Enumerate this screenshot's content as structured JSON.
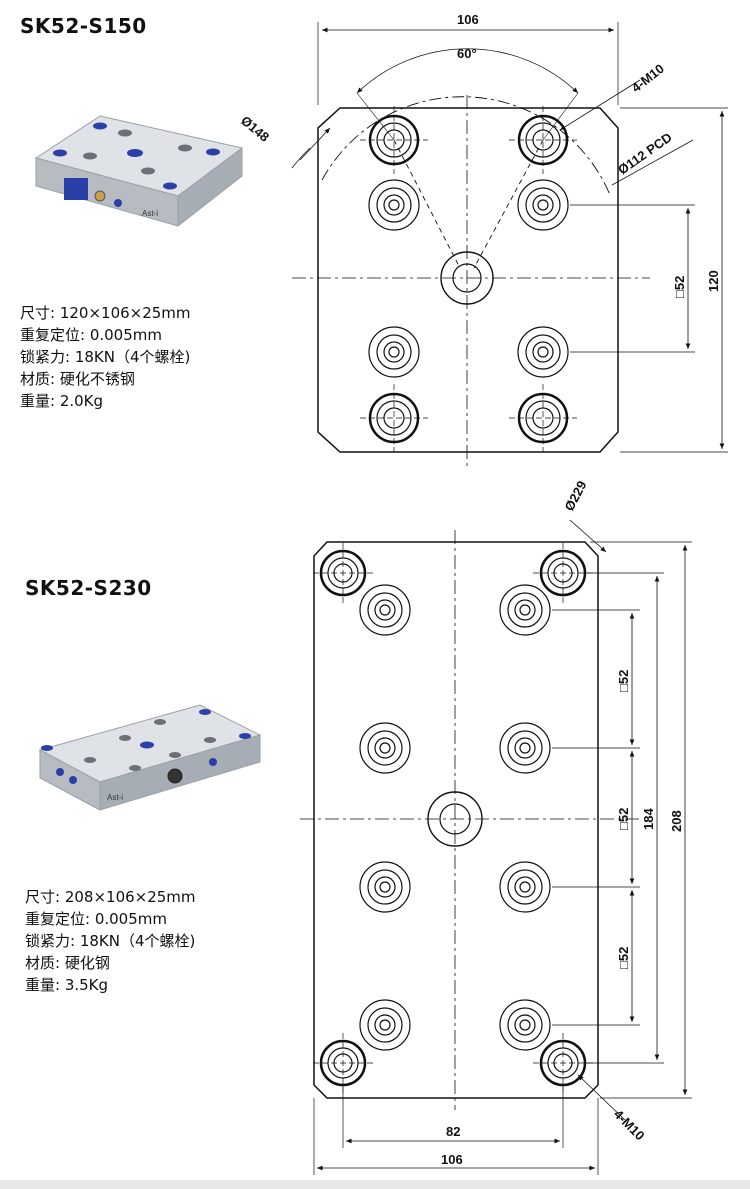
{
  "s150": {
    "title": "SK52-S150",
    "specs": [
      "尺寸: 120×106×25mm",
      "重复定位: 0.005mm",
      "锁紧力: 18KN（4个螺栓)",
      "材质: 硬化不锈钢",
      "重量: 2.0Kg"
    ],
    "dims": {
      "width": "106",
      "angle": "60°",
      "thread": "4-M10",
      "dia148": "Ø148",
      "pcd": "Ø112 PCD",
      "pitch": "□52",
      "height": "120"
    },
    "photo_brand": "Ast-i"
  },
  "s230": {
    "title": "SK52-S230",
    "specs": [
      "尺寸: 208×106×25mm",
      "重复定位: 0.005mm",
      "锁紧力: 18KN（4个螺栓)",
      "材质: 硬化钢",
      "重量: 3.5Kg"
    ],
    "dims": {
      "dia229": "Ø229",
      "pitch1": "□52",
      "pitch2": "□52",
      "pitch3": "□52",
      "h184": "184",
      "h208": "208",
      "w82": "82",
      "w106": "106",
      "thread": "4-M10"
    },
    "photo_brand": "Ast-i"
  },
  "colors": {
    "accent_blue": "#2b3fa8",
    "steel": "#c9ccd1",
    "line": "#111111"
  }
}
